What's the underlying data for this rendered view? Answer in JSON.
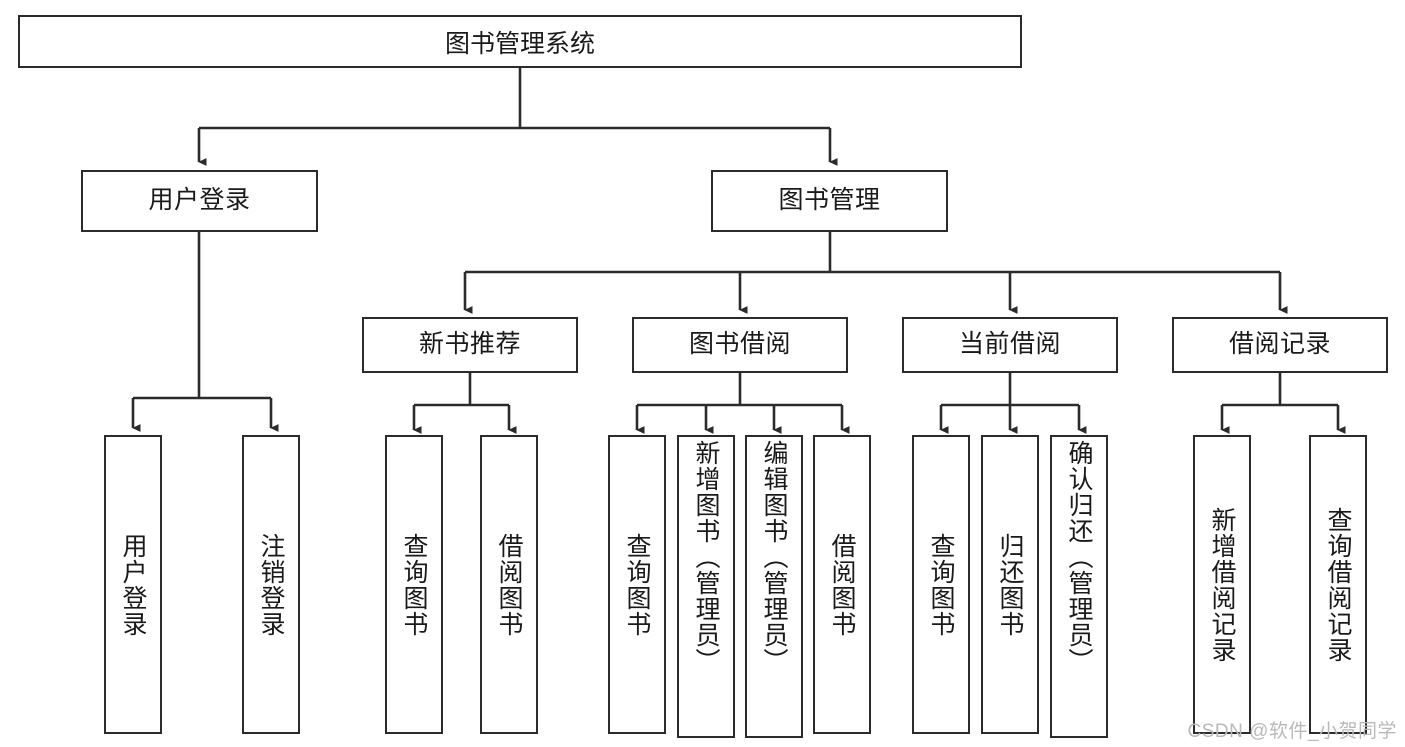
{
  "diagram": {
    "title": "图书管理系统",
    "type": "tree-hierarchy-chart",
    "watermark": "CSDN @软件_小贺同学",
    "colors": {
      "stroke": "#2b2b2b",
      "fill": "#ffffff",
      "text": "#1a1a1a",
      "watermark": "#b9b9b9"
    },
    "root": {
      "label": "图书管理系统"
    },
    "level2": [
      {
        "id": "user-login",
        "label": "用户登录"
      },
      {
        "id": "book-management",
        "label": "图书管理"
      }
    ],
    "level3": [
      {
        "id": "new-book-recommend",
        "label": "新书推荐"
      },
      {
        "id": "book-borrow",
        "label": "图书借阅"
      },
      {
        "id": "current-borrow",
        "label": "当前借阅"
      },
      {
        "id": "borrow-record",
        "label": "借阅记录"
      }
    ],
    "leaves": [
      {
        "id": "leaf-user-login",
        "label": "用户登录",
        "parent": "user-login"
      },
      {
        "id": "leaf-logout-login",
        "label": "注销登录",
        "parent": "user-login"
      },
      {
        "id": "leaf-query-book-1",
        "label": "查询图书",
        "parent": "new-book-recommend"
      },
      {
        "id": "leaf-borrow-book-1",
        "label": "借阅图书",
        "parent": "new-book-recommend"
      },
      {
        "id": "leaf-query-book-2",
        "label": "查询图书",
        "parent": "book-borrow"
      },
      {
        "id": "leaf-add-book-admin",
        "label": "新增图书（管理员）",
        "parent": "book-borrow"
      },
      {
        "id": "leaf-edit-book-admin",
        "label": "编辑图书（管理员）",
        "parent": "book-borrow"
      },
      {
        "id": "leaf-borrow-book-2",
        "label": "借阅图书",
        "parent": "book-borrow"
      },
      {
        "id": "leaf-query-book-3",
        "label": "查询图书",
        "parent": "current-borrow"
      },
      {
        "id": "leaf-return-book",
        "label": "归还图书",
        "parent": "current-borrow"
      },
      {
        "id": "leaf-confirm-return-admin",
        "label": "确认归还（管理员）",
        "parent": "current-borrow"
      },
      {
        "id": "leaf-add-borrow-record",
        "label": "新增借阅记录",
        "parent": "borrow-record"
      },
      {
        "id": "leaf-query-borrow-record",
        "label": "查询借阅记录",
        "parent": "borrow-record"
      }
    ]
  }
}
